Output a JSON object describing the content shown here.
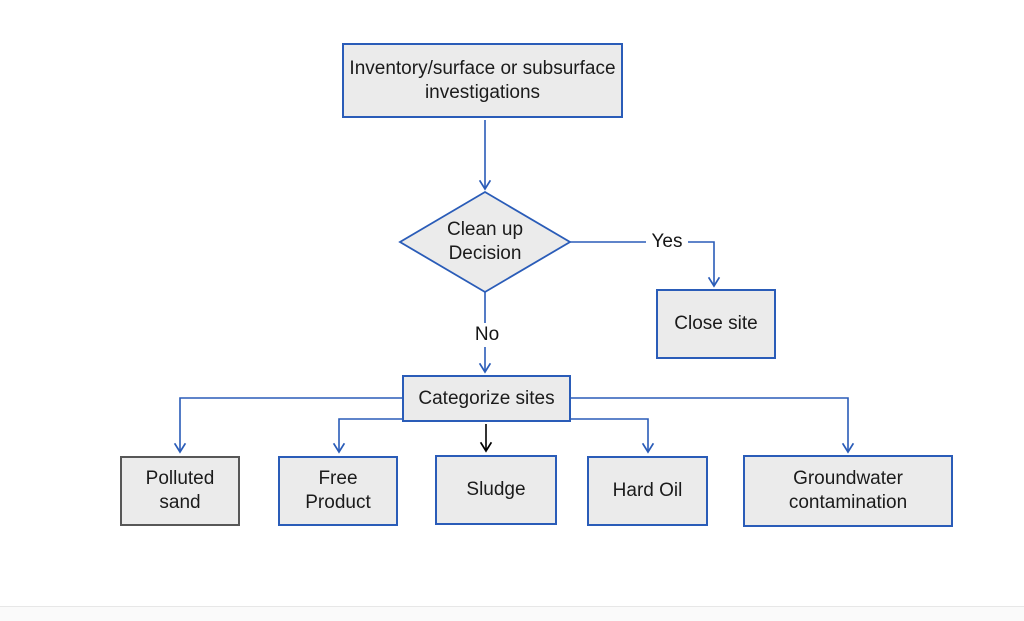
{
  "diagram": {
    "type": "flowchart",
    "background": "#ffffff",
    "colors": {
      "node_fill": "#ebebeb",
      "node_border_blue": "#2a5cb8",
      "node_border_gray": "#575757",
      "connector_blue": "#2a5cb8",
      "connector_black": "#000000",
      "text": "#1b1b1b"
    },
    "nodes": {
      "inventory": {
        "label": "Inventory/surface or subsurface investigations",
        "shape": "rectangle"
      },
      "decision": {
        "label": "Clean up Decision",
        "shape": "diamond"
      },
      "close_site": {
        "label": "Close site",
        "shape": "rectangle"
      },
      "categorize": {
        "label": "Categorize sites",
        "shape": "rectangle"
      },
      "polluted_sand": {
        "label": "Polluted sand",
        "shape": "rectangle"
      },
      "free_product": {
        "label": "Free Product",
        "shape": "rectangle"
      },
      "sludge": {
        "label": "Sludge",
        "shape": "rectangle"
      },
      "hard_oil": {
        "label": "Hard Oil",
        "shape": "rectangle"
      },
      "groundwater": {
        "label": "Groundwater contamination",
        "shape": "rectangle"
      }
    },
    "edges": {
      "yes_label": "Yes",
      "no_label": "No"
    }
  }
}
